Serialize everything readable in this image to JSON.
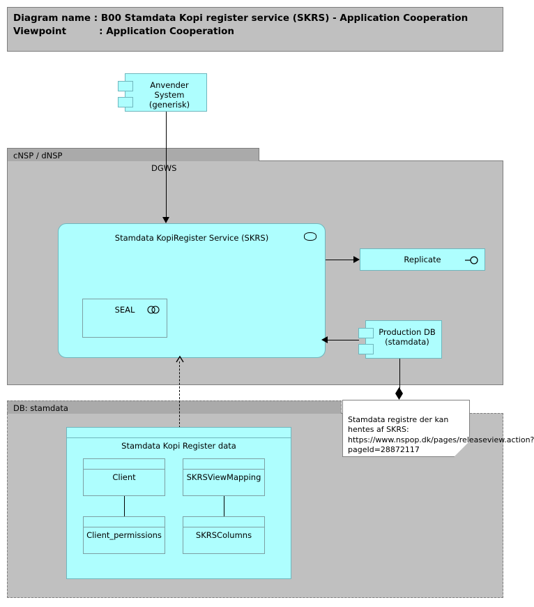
{
  "header": {
    "line1": "Diagram name : B00 Stamdata Kopi register service (SKRS) - Application Cooperation",
    "line2": "Viewpoint          : Application Cooperation"
  },
  "groups": {
    "cnsp": {
      "label": "cNSP / dNSP"
    },
    "db_stamdata": {
      "label": "DB: stamdata"
    }
  },
  "nodes": {
    "anvender_system": {
      "label": "Anvender System\n(generisk)",
      "type": "application-component"
    },
    "skrs_service": {
      "label": "Stamdata KopiRegister Service (SKRS)",
      "type": "application-service"
    },
    "seal": {
      "label": "SEAL",
      "type": "application-collaboration"
    },
    "replicate": {
      "label": "Replicate",
      "type": "application-interface"
    },
    "production_db": {
      "label": "Production DB\n(stamdata)",
      "type": "application-component"
    },
    "skr_data": {
      "label": "Stamdata Kopi Register data",
      "type": "data-object-container"
    },
    "client": {
      "label": "Client",
      "type": "data-object"
    },
    "skrs_view_mapping": {
      "label": "SKRSViewMapping",
      "type": "data-object"
    },
    "client_permissions": {
      "label": "Client_permissions",
      "type": "data-object"
    },
    "skrs_columns": {
      "label": "SKRSColumns",
      "type": "data-object"
    }
  },
  "connections": {
    "dgws": {
      "label": "DGWS"
    }
  },
  "note": {
    "text": "Stamdata registre der kan hentes af SKRS: https://www.nspop.dk/pages/releaseview.action?pageId=28872117"
  },
  "colors": {
    "element_fill": "#aefefe",
    "element_border": "#6fb6bd",
    "group_fill": "#c0c0c0",
    "group_tab_fill": "#aaaaaa",
    "group_border": "#7d7d7d",
    "note_fill": "#ffffff",
    "connector": "#000000",
    "canvas": "#ffffff"
  }
}
